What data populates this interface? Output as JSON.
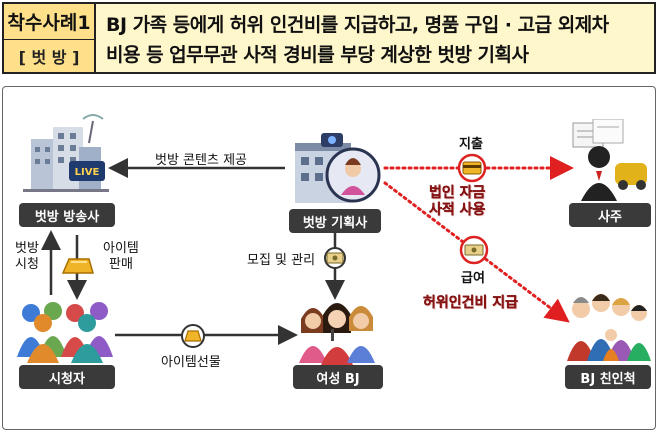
{
  "header": {
    "case_title": "착수사례1",
    "category": "[ 벗 방 ]",
    "description_line1": "BJ 가족 등에게 허위 인건비를 지급하고, 명품 구입 · 고급 외제차",
    "description_line2": "비용 등 업무무관 사적 경비를 부당 계상한 벗방 기획사"
  },
  "nodes": {
    "broadcaster": "벗방 방송사",
    "agency": "벗방 기획사",
    "owner": "사주",
    "viewers": "시청자",
    "female_bj": "여성 BJ",
    "relatives": "BJ 친인척"
  },
  "edges": {
    "content_provision": "벗방 콘텐츠 제공",
    "watch_line1": "벗방",
    "watch_line2": "시청",
    "item_sale_line1": "아이템",
    "item_sale_line2": "판매",
    "recruit_manage": "모집 및 관리",
    "item_gift": "아이템선물",
    "expenditure": "지출",
    "salary": "급여"
  },
  "stamps": {
    "corporate_funds_line1": "법인 자금",
    "corporate_funds_line2": "사적 사용",
    "fake_wages": "허위인건비 지급"
  },
  "icons": {
    "broadcaster": "broadcast-building-icon",
    "agency": "agency-office-icon",
    "owner": "businessman-car-icon",
    "viewers": "audience-icon",
    "female_bj": "female-streamers-icon",
    "relatives": "family-icon",
    "card": "credit-card-icon",
    "cash": "cash-icon",
    "gold": "gold-bar-icon"
  },
  "colors": {
    "header_fill": "#ffe08a",
    "header_desc_fill": "#fff7cc",
    "label_fill": "#3a3a3a",
    "money_flow": "#e02020",
    "stamp_text": "#b22222"
  }
}
